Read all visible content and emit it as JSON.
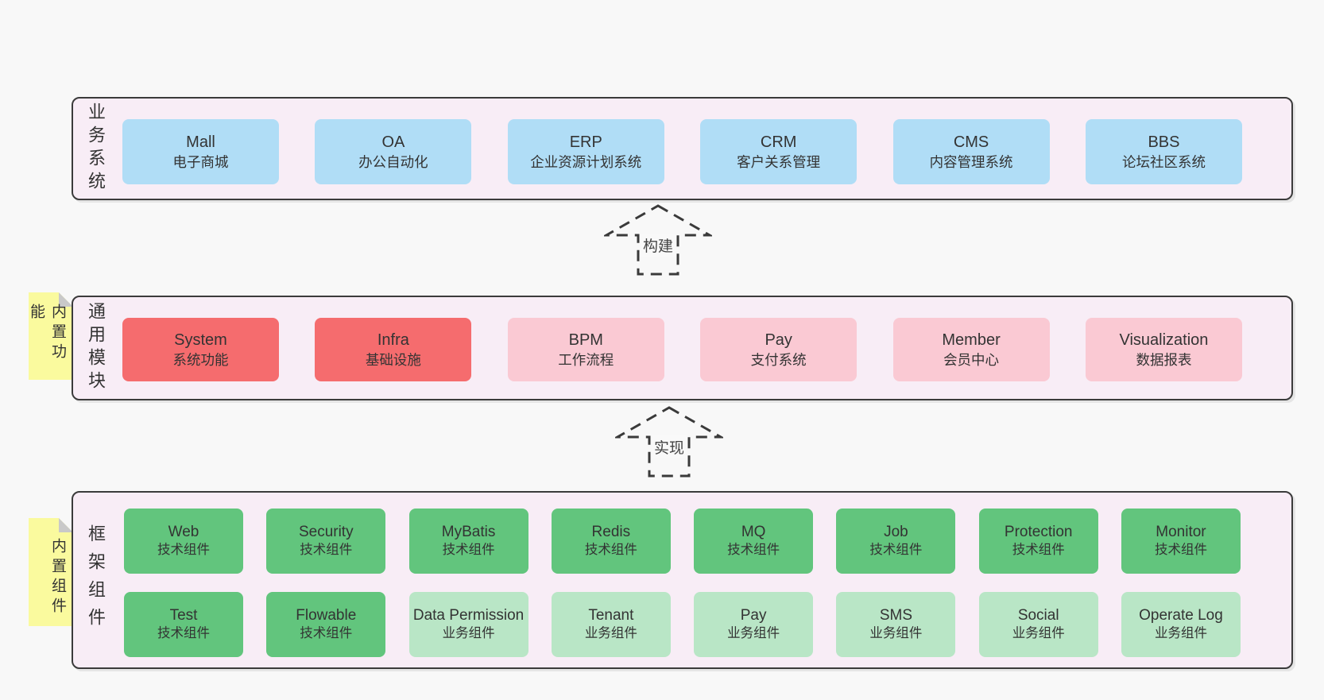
{
  "layers": {
    "business": {
      "label": "业务系统",
      "items": [
        {
          "name": "Mall",
          "desc": "电子商城"
        },
        {
          "name": "OA",
          "desc": "办公自动化"
        },
        {
          "name": "ERP",
          "desc": "企业资源计划系统"
        },
        {
          "name": "CRM",
          "desc": "客户关系管理"
        },
        {
          "name": "CMS",
          "desc": "内容管理系统"
        },
        {
          "name": "BBS",
          "desc": "论坛社区系统"
        }
      ]
    },
    "modules": {
      "label": "通用模块",
      "tag": "内置功能",
      "items": [
        {
          "name": "System",
          "desc": "系统功能"
        },
        {
          "name": "Infra",
          "desc": "基础设施"
        },
        {
          "name": "BPM",
          "desc": "工作流程"
        },
        {
          "name": "Pay",
          "desc": "支付系统"
        },
        {
          "name": "Member",
          "desc": "会员中心"
        },
        {
          "name": "Visualization",
          "desc": "数据报表"
        }
      ]
    },
    "components": {
      "label": "框架组件",
      "tag": "内置组件",
      "row1": [
        {
          "name": "Web",
          "desc": "技术组件"
        },
        {
          "name": "Security",
          "desc": "技术组件"
        },
        {
          "name": "MyBatis",
          "desc": "技术组件"
        },
        {
          "name": "Redis",
          "desc": "技术组件"
        },
        {
          "name": "MQ",
          "desc": "技术组件"
        },
        {
          "name": "Job",
          "desc": "技术组件"
        },
        {
          "name": "Protection",
          "desc": "技术组件"
        },
        {
          "name": "Monitor",
          "desc": "技术组件"
        }
      ],
      "row2": [
        {
          "name": "Test",
          "desc": "技术组件"
        },
        {
          "name": "Flowable",
          "desc": "技术组件"
        },
        {
          "name": "Data Permission",
          "desc": "业务组件"
        },
        {
          "name": "Tenant",
          "desc": "业务组件"
        },
        {
          "name": "Pay",
          "desc": "业务组件"
        },
        {
          "name": "SMS",
          "desc": "业务组件"
        },
        {
          "name": "Social",
          "desc": "业务组件"
        },
        {
          "name": "Operate Log",
          "desc": "业务组件"
        }
      ]
    }
  },
  "arrows": {
    "build": "构建",
    "implement": "实现"
  },
  "colors": {
    "page_bg": "#f8f8f8",
    "container_bg": "#f8edf6",
    "container_border": "#3b3b3b",
    "blue": "#b0ddf6",
    "red": "#f56c6e",
    "pink": "#fac9d3",
    "green": "#62c57d",
    "light_green": "#b9e6c6",
    "tag_yellow": "#fafa9e",
    "fold_gray": "#c9c9c9",
    "text": "#333333"
  }
}
